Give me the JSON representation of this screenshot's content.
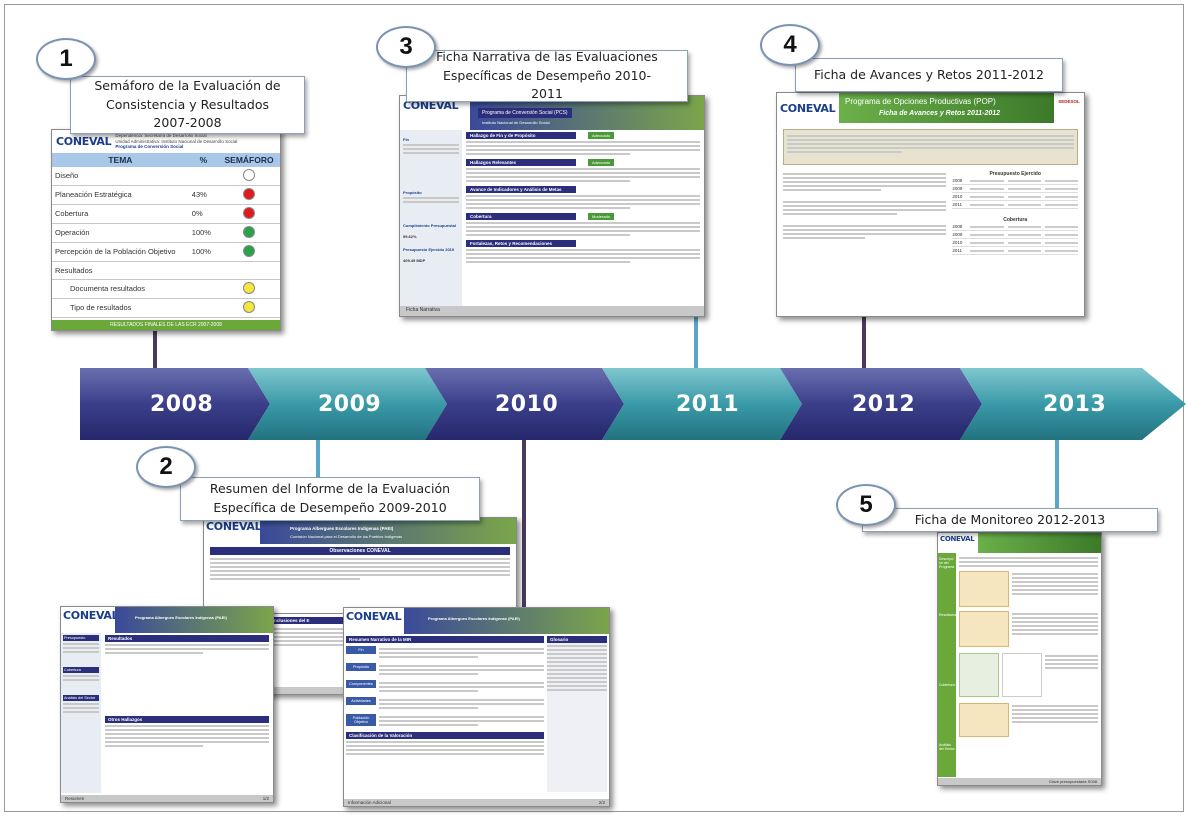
{
  "timeline": {
    "years": [
      "2008",
      "2009",
      "2010",
      "2011",
      "2012",
      "2013"
    ]
  },
  "callouts": [
    {
      "number": "1",
      "title": "Semáforo de la Evaluación de Consistencia y Resultados 2007-2008"
    },
    {
      "number": "2",
      "title": "Resumen del Informe de la Evaluación Específica de Desempeño 2009-2010"
    },
    {
      "number": "3",
      "title": "Ficha Narrativa de las Evaluaciones Específicas de Desempeño 2010-2011"
    },
    {
      "number": "4",
      "title": "Ficha de Avances y Retos 2011-2012"
    },
    {
      "number": "5",
      "title": "Ficha de Monitoreo 2012-2013"
    }
  ],
  "thumb1": {
    "logo": "CONEVAL",
    "header_lines": [
      "Dependencia: Secretaría de Desarrollo Social",
      "Unidad Administrativa: Instituto Nacional de Desarrollo Social",
      "Programa de Conversión Social"
    ],
    "columns": [
      "TEMA",
      "%",
      "SEMÁFORO"
    ],
    "rows": [
      {
        "tema": "Diseño",
        "pct": "",
        "color": "#ffffff"
      },
      {
        "tema": "Planeación Estratégica",
        "pct": "43%",
        "color": "#e01b1b"
      },
      {
        "tema": "Cobertura",
        "pct": "0%",
        "color": "#e01b1b"
      },
      {
        "tema": "Operación",
        "pct": "100%",
        "color": "#2aa24a"
      },
      {
        "tema": "Percepción de la Población Objetivo",
        "pct": "100%",
        "color": "#2aa24a"
      },
      {
        "tema": "Resultados",
        "pct": "",
        "color": ""
      },
      {
        "tema": "Documenta resultados",
        "pct": "",
        "color": "#f3e73a"
      },
      {
        "tema": "Tipo de resultados",
        "pct": "",
        "color": "#f3e73a"
      }
    ],
    "footer": "RESULTADOS FINALES DE LAS ECR 2007-2008"
  },
  "thumb3": {
    "logo": "CONEVAL",
    "program": "Programa de Conversión Social (PCS)",
    "institute": "Instituto Nacional de Desarrollo Social",
    "sections": [
      "Hallazgo de Fin y de Propósito",
      "Hallazgos Relevantes",
      "Avance de Indicadores y Análisis de Metas",
      "Cobertura",
      "Fortalezas, Retos y Recomendaciones"
    ],
    "badges": [
      "Adecuado",
      "Adecuado",
      "",
      "Moderado",
      ""
    ],
    "sidebar": [
      "Fin",
      "Propósito",
      "Cumplimiento Presupuestal",
      "99.62%",
      "Presupuesto Ejercido 2010",
      "409.49 MDP"
    ],
    "footer": "Ficha Narrativa"
  },
  "thumb4": {
    "logo": "CONEVAL",
    "title": "Programa de Opciones Productivas (POP)",
    "subtitle": "Ficha de Avances y Retos 2011-2012",
    "badge": "SEDESOL",
    "table1_title": "Presupuesto Ejercido",
    "table1_years": [
      "2008",
      "2009",
      "2010",
      "2011"
    ],
    "table2_title": "Cobertura",
    "table2_years": [
      "2008",
      "2009",
      "2010",
      "2011"
    ]
  },
  "thumb2": {
    "logo": "CONEVAL",
    "program": "Programa Albergues Escolares Indígenas (PAEI)",
    "commission": "Comisión Nacional para el Desarrollo de los Pueblos Indígenas",
    "obs_title": "Observaciones CONEVAL",
    "concl_title": "Conclusiones del E",
    "side_sections": [
      "Presupuesto",
      "Cobertura",
      "Análisis del Sector"
    ],
    "results_title": "Resultados",
    "otros_title": "Otros Hallazgos",
    "mir_title": "Resumen Narrativo de la MIR",
    "mir_rows": [
      "Fin",
      "Propósito",
      "Componentes",
      "Actividades",
      "Población Objetivo"
    ],
    "valoracion_title": "Clasificación de la Valoración",
    "glosario_title": "Glosario",
    "footers": [
      "Resumen",
      "Resumen",
      "Información Adicional"
    ],
    "pages": [
      "1/2",
      "2/2"
    ]
  },
  "thumb5": {
    "logo": "CONEVAL",
    "side_labels": [
      "Descripción del Programa",
      "Resultados",
      "Cobertura",
      "Análisis del Sector"
    ],
    "footer": "Clave presupuestaria S048"
  }
}
